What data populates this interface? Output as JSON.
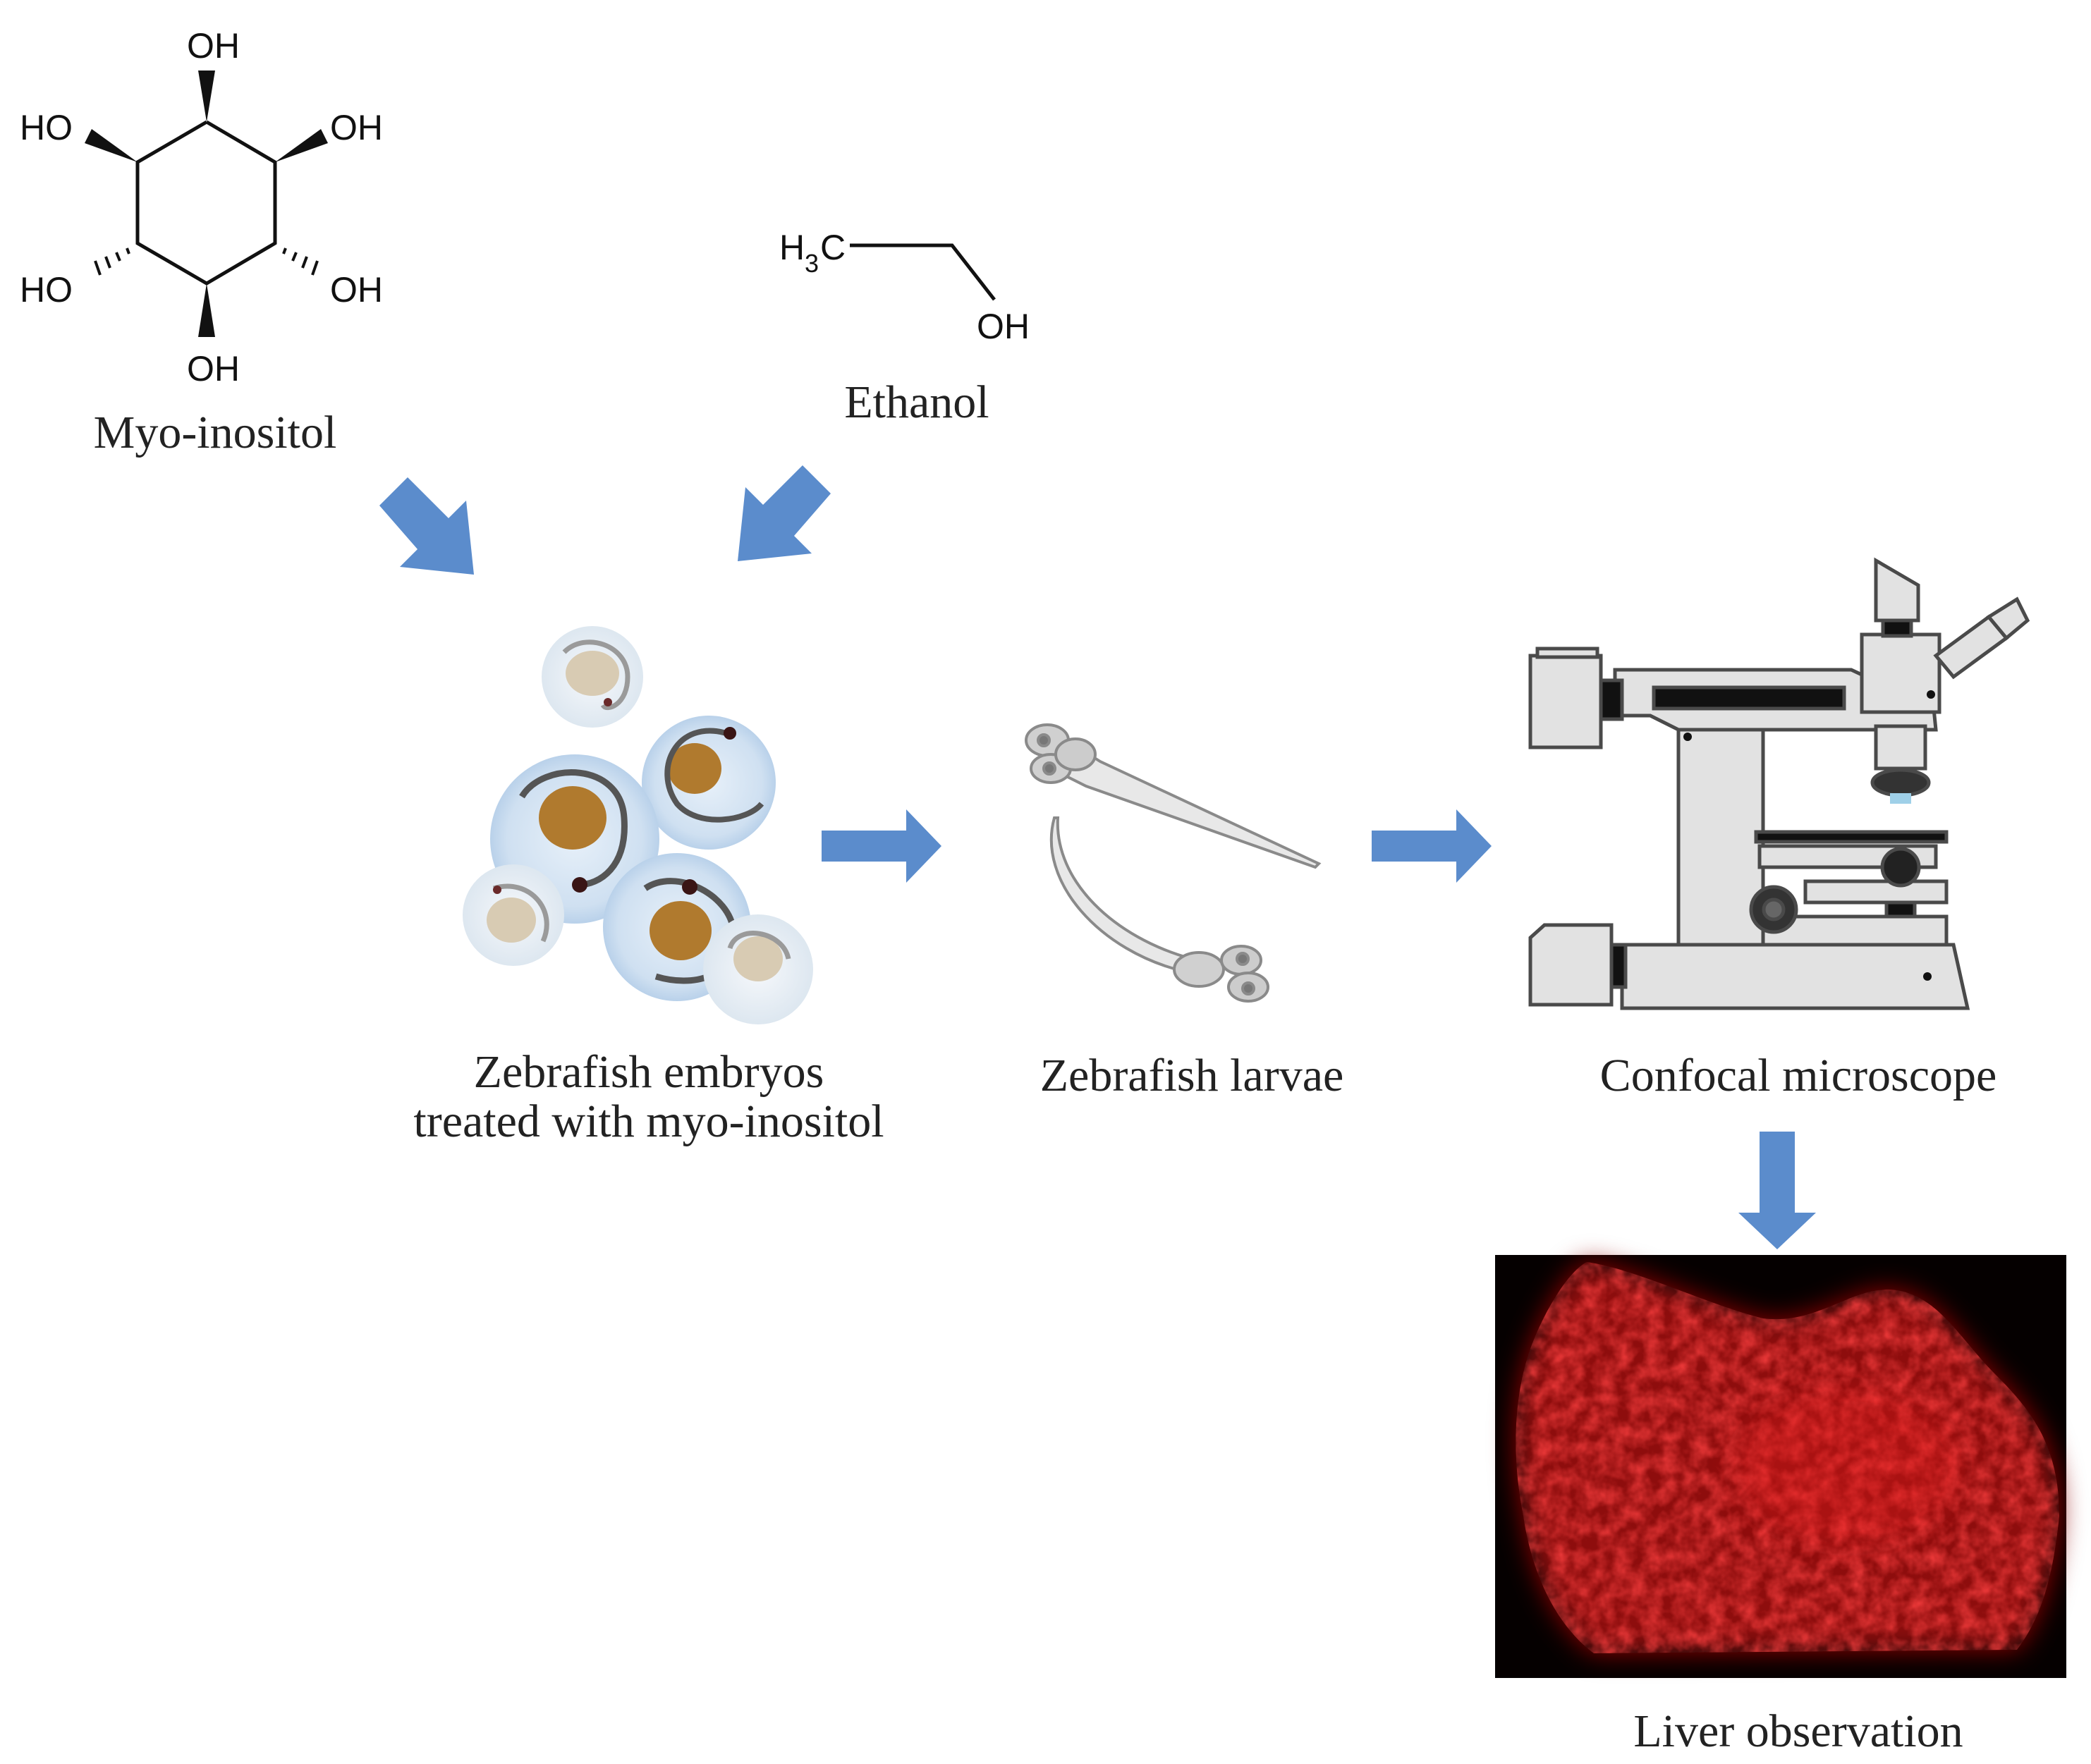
{
  "labels": {
    "myo_inositol": "Myo-inositol",
    "ethanol": "Ethanol",
    "embryos_line1": "Zebrafish embryos",
    "embryos_line2": "treated with myo-inositol",
    "larvae": "Zebrafish larvae",
    "microscope": "Confocal microscope",
    "liver": "Liver observation"
  },
  "chem": {
    "oh": "OH",
    "ho": "HO",
    "h3c_h": "H",
    "h3c_3": "3",
    "h3c_c": "C"
  },
  "colors": {
    "arrow": "#5b8ccc",
    "text": "#222222",
    "egg_fill": "#d6e6f5",
    "yolk": "#b07a2e",
    "liver_signal": "#c81414",
    "microscope_body": "#e2e2e2"
  },
  "icons": [
    "downright-arrow-icon",
    "downleft-arrow-icon",
    "right-arrow-icon",
    "down-arrow-icon",
    "embryo-cluster-icon",
    "larva-icon",
    "microscope-icon",
    "liver-fluorescence-image"
  ]
}
